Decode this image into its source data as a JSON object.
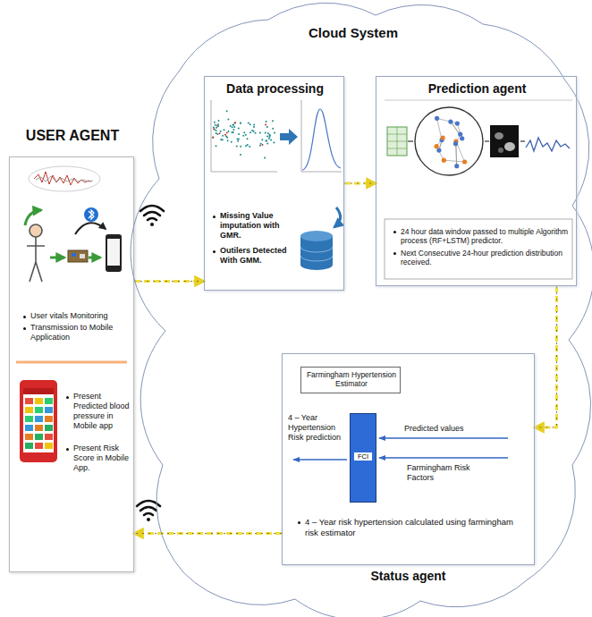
{
  "diagram": {
    "nodes": [
      {
        "text": [
          "USER AGENT",
          "User vitals Monitoring",
          "Transmission to Mobile Application",
          "Present Predicted blood pressure in Mobile app",
          "Present Risk Score in Mobile App."
        ]
      },
      {
        "text": [
          "Cloud System"
        ]
      },
      {
        "text": [
          "Data processing",
          "Missing Value imputation with GMR.",
          "Outilers Detected With GMM."
        ],
        "in": 1
      },
      {
        "text": [
          "Prediction agent",
          "24 hour data window passed to multiple Algorithm process (RF+LSTM) predictor.",
          "Next Consecutive 24-hour prediction distribution received."
        ],
        "in": 1
      },
      {
        "text": [
          "Status agent",
          "4 – Year risk hypertension calculated using farmingham risk estimator"
        ],
        "in": 1
      },
      {
        "text": [
          "Farmingham Hypertension Estimator"
        ],
        "in": 4
      },
      {
        "text": [
          "FCI"
        ],
        "in": 4
      }
    ],
    "edges": [
      {
        "from": 0,
        "to": 2,
        "arrow": "to"
      },
      {
        "from": 2,
        "to": 3,
        "arrow": "to"
      },
      {
        "from": 3,
        "to": 4,
        "arrow": "to"
      },
      {
        "from": 4,
        "to": 0,
        "arrow": "to"
      }
    ],
    "labels": [
      "Predicted values",
      "Farmingham Risk Factors",
      "4 – Year Hypertension Risk prediction"
    ]
  }
}
